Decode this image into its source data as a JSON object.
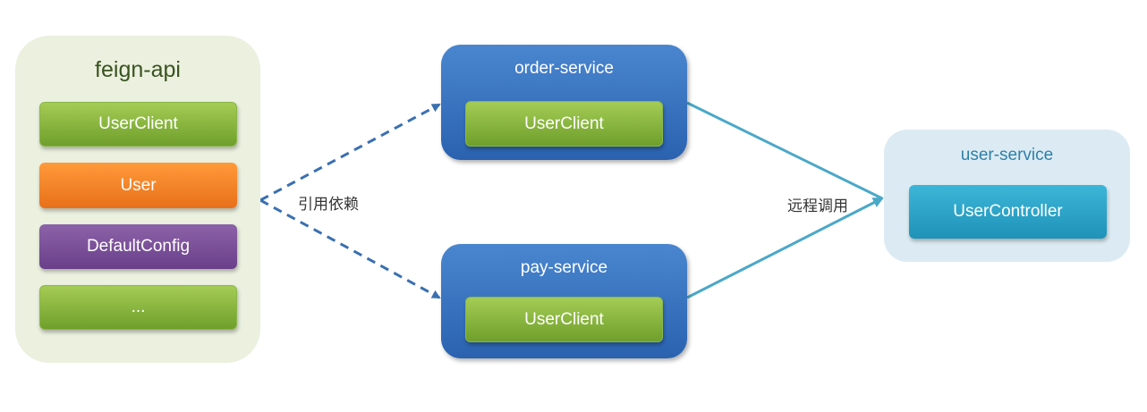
{
  "feign_api": {
    "title": "feign-api",
    "items": [
      "UserClient",
      "User",
      "DefaultConfig",
      "..."
    ]
  },
  "order_service": {
    "title": "order-service",
    "inner": "UserClient"
  },
  "pay_service": {
    "title": "pay-service",
    "inner": "UserClient"
  },
  "user_service": {
    "title": "user-service",
    "inner": "UserController"
  },
  "edges": {
    "dependency_label": "引用依赖",
    "remote_call_label": "远程调用"
  },
  "colors": {
    "green": "#8ab748",
    "orange": "#f28a2c",
    "purple": "#7a519a",
    "blue": "#3b74c2",
    "teal": "#2aa5cb",
    "arrow_dashed": "#3a70b0",
    "arrow_solid": "#4aa8c8"
  }
}
